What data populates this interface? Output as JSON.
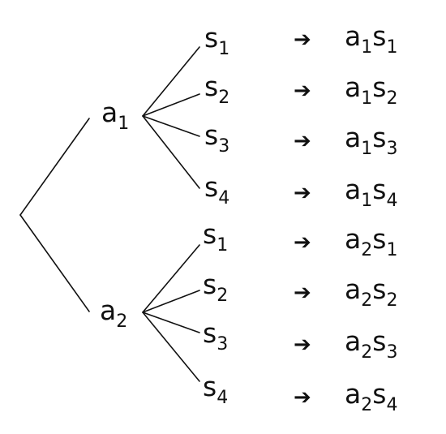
{
  "tree": {
    "first_level": [
      {
        "base": "a",
        "sub": "1"
      },
      {
        "base": "a",
        "sub": "2"
      }
    ],
    "second_level": [
      {
        "base": "s",
        "sub": "1"
      },
      {
        "base": "s",
        "sub": "2"
      },
      {
        "base": "s",
        "sub": "3"
      },
      {
        "base": "s",
        "sub": "4"
      }
    ],
    "arrow": "➔",
    "outcomes": [
      {
        "a": "a",
        "a_sub": "1",
        "s": "s",
        "s_sub": "1"
      },
      {
        "a": "a",
        "a_sub": "1",
        "s": "s",
        "s_sub": "2"
      },
      {
        "a": "a",
        "a_sub": "1",
        "s": "s",
        "s_sub": "3"
      },
      {
        "a": "a",
        "a_sub": "1",
        "s": "s",
        "s_sub": "4"
      },
      {
        "a": "a",
        "a_sub": "2",
        "s": "s",
        "s_sub": "1"
      },
      {
        "a": "a",
        "a_sub": "2",
        "s": "s",
        "s_sub": "2"
      },
      {
        "a": "a",
        "a_sub": "2",
        "s": "s",
        "s_sub": "3"
      },
      {
        "a": "a",
        "a_sub": "2",
        "s": "s",
        "s_sub": "4"
      }
    ]
  },
  "colors": {
    "ink": "#111111",
    "background": "#ffffff"
  }
}
